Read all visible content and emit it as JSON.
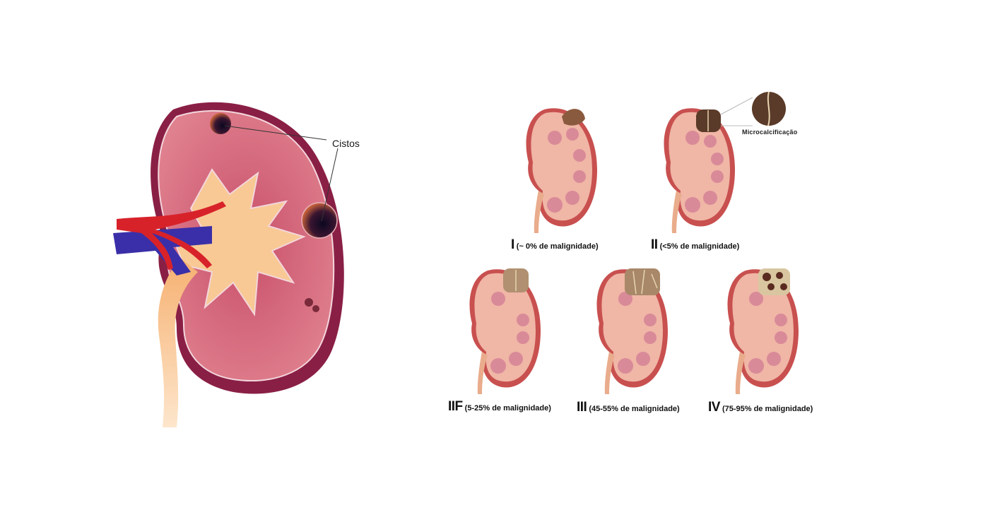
{
  "main_illustration": {
    "label": "Cistos",
    "colors": {
      "capsule": "#8a1f45",
      "cortex": "#d46a7e",
      "pelvis": "#f5b36a",
      "artery": "#d8222a",
      "vein": "#3a2fa8",
      "cyst": "#2a1020"
    }
  },
  "bosniak_stages": [
    {
      "numeral": "I",
      "description": "(~ 0% de malignidade)"
    },
    {
      "numeral": "II",
      "description": "(<5% de malignidade)"
    },
    {
      "numeral": "IIF",
      "description": "(5-25% de malignidade)"
    },
    {
      "numeral": "III",
      "description": "(45-55% de malignidade)"
    },
    {
      "numeral": "IV",
      "description": "(75-95% de malignidade)"
    }
  ],
  "callout": {
    "label": "Microcalcificação"
  }
}
